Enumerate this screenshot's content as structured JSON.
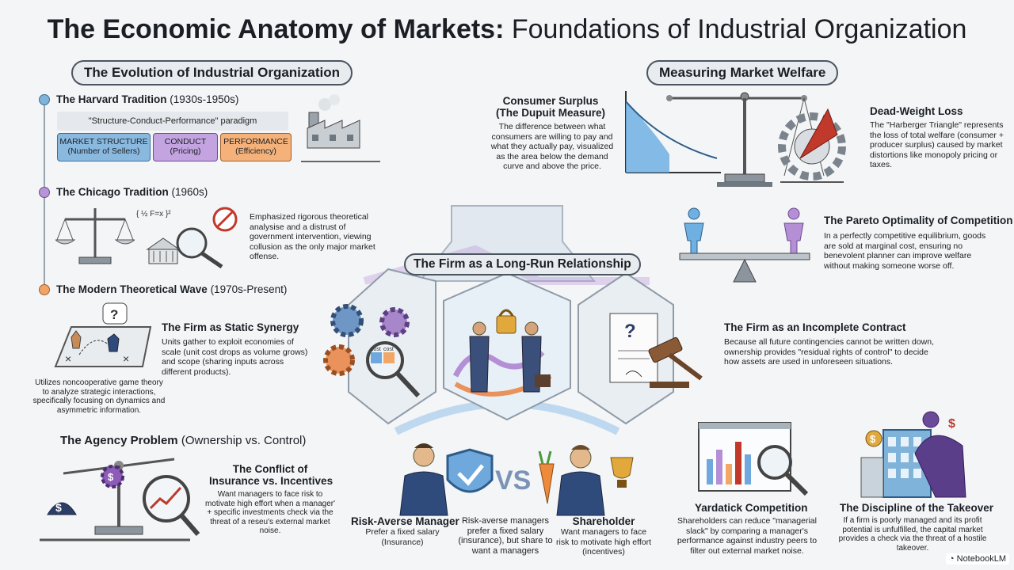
{
  "title": {
    "bold": "The Economic Anatomy of Markets:",
    "rest": "Foundations of Industrial Organization"
  },
  "left": {
    "section_title": "The Evolution of Industrial Organization",
    "harvard": {
      "title": "The Harvard Tradition",
      "years": "(1930s-1950s)",
      "paradigm": "\"Structure-Conduct-Performance\" paradigm",
      "boxes": [
        {
          "label": "MARKET STRUCTURE",
          "sub": "(Number of Sellers)"
        },
        {
          "label": "CONDUCT",
          "sub": "(Pricing)"
        },
        {
          "label": "PERFORMANCE",
          "sub": "(Efficiency)"
        }
      ]
    },
    "chicago": {
      "title": "The Chicago Tradition",
      "years": "(1960s)",
      "text": "Emphasized rigorous theoretical analysise and a distrust of government intervention, viewing collusion as the only major market offense."
    },
    "modern": {
      "title": "The Modern Theoretical Wave",
      "years": "(1970s-Present)",
      "text": "Utilizes noncooperative game theory to analyze strategic interactions, specifically focusing on dynamics and asymmetric information."
    }
  },
  "welfare": {
    "section_title": "Measuring Market Welfare",
    "consumer": {
      "title": "Consumer Surplus",
      "subtitle": "(The Dupuit Measure)",
      "text": "The difference between what consumers are willing to pay and what they actually pay, visualized as the area below the demand curve and above the price."
    },
    "deadweight": {
      "title": "Dead-Weight Loss",
      "text": "The \"Harberger Triangle\" represents the loss of total welfare (consumer + producer surplus) caused by market distortions like monopoly pricing or taxes."
    },
    "pareto": {
      "title": "The Pareto Optimality of Competition",
      "text": "In a perfectly competitive equilibrium, goods are sold at marginal cost, ensuring no benevolent planner can improve welfare without making someone worse off."
    }
  },
  "center": {
    "title": "The Firm as a Long-Run Relationship",
    "static": {
      "title": "The Firm as Static Synergy",
      "text": "Units gather to exploit economies of scale (unit cost drops as volume grows) and scope (sharing inputs across different products)."
    },
    "incomplete": {
      "title": "The Firm as an Incomplete Contract",
      "text": "Because all future contingencies cannot be written down, ownership provides \"residual rights of control\" to decide how assets are used in unforeseen situations."
    },
    "cost_labels": [
      "cost",
      "cost"
    ]
  },
  "agency": {
    "title": "The Agency Problem",
    "subtitle": "(Ownership vs. Control)",
    "conflict": {
      "title_line1": "The Conflict of",
      "title_line2": "Insurance vs. Incentives",
      "text": "Want managers to face risk to motivate high effort when a manager' + specific investments check via the threat of a reseu's external market noise."
    },
    "manager": {
      "title": "Risk-Averse Manager",
      "text": "Prefer a fixed salary (Insurance)"
    },
    "middle": {
      "text": "Risk-averse managers prefer a fixed salary (insurance), but share to want a managers"
    },
    "vs": "VS",
    "shareholder": {
      "title": "Shareholder",
      "text": "Want managers to face risk to motivate high effort (incentives)"
    },
    "yardstick": {
      "title": "Yardatick Competition",
      "text": "Shareholders can reduce \"managerial slack\" by comparing a manager's performance against industry peers to filter out external market noise."
    },
    "takeover": {
      "title": "The Discipline of the Takeover",
      "text": "If a firm is poorly managed and its profit potential is unfulfilled, the capital market provides a check via the threat of a hostile takeover."
    }
  },
  "watermark": "NotebookLM",
  "colors": {
    "blue": "#6fa8dc",
    "purple": "#b48fd6",
    "orange": "#f2a766",
    "red": "#c0392b",
    "navy": "#2c3e66"
  }
}
